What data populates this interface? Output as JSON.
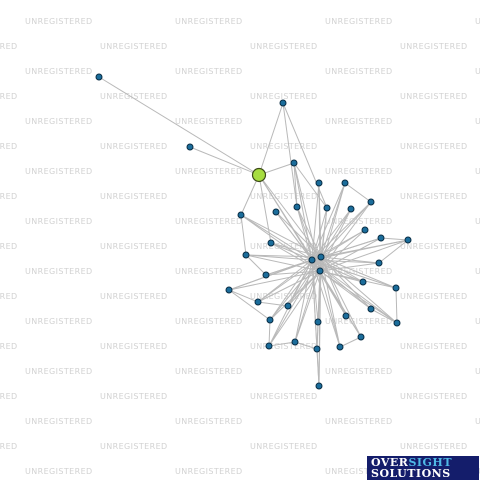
{
  "watermark_text": "UNREGISTERED",
  "logo": {
    "word1": "OVER",
    "word2": "SIGHT",
    "word3": "SOLUTIONS"
  },
  "colors": {
    "node": "#1b6d9b",
    "focus_node": "#a6dd3f",
    "edge": "#b9b9b9",
    "logo_bg": "#141d6b"
  }
}
